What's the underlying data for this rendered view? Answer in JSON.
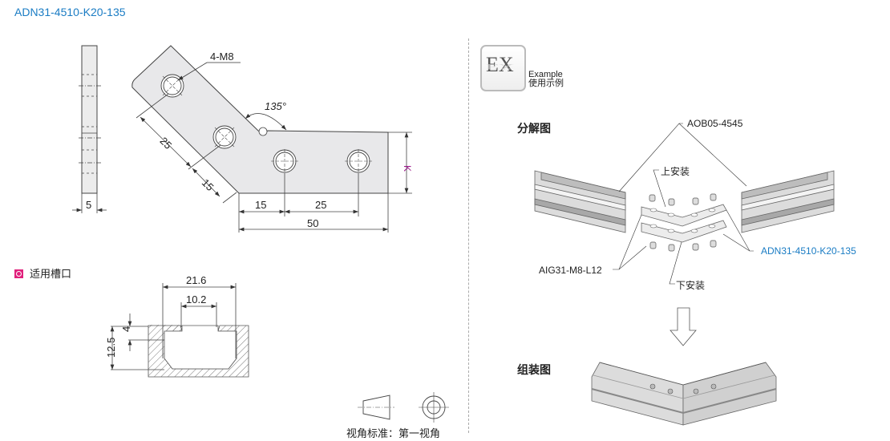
{
  "title": "ADN31-4510-K20-135",
  "drawing": {
    "thread_callout": "4-M8",
    "angle": "135°",
    "dims": {
      "thickness": "5",
      "diag_pitch": "25",
      "diag_edge": "15",
      "h_edge": "15",
      "h_pitch": "25",
      "total_length": "50",
      "height": "K"
    }
  },
  "slot_section": {
    "heading": "适用槽口",
    "dims": {
      "width": "21.6",
      "opening": "10.2",
      "lip": "4",
      "depth": "12.5"
    }
  },
  "projection": {
    "label": "视角标准：第一视角"
  },
  "example": {
    "badge": "EX",
    "label_en": "Example",
    "label_cn": "使用示例",
    "exploded_heading": "分解图",
    "assembled_heading": "组装图",
    "callouts": {
      "profile": "AOB05-4545",
      "upper": "上安装",
      "lower": "下安装",
      "nut": "AIG31-M8-L12",
      "plate": "ADN31-4510-K20-135"
    }
  },
  "colors": {
    "accent_blue": "#1a7cc4",
    "badge_magenta": "#e0217c",
    "k_label": "#9b1a8a"
  }
}
